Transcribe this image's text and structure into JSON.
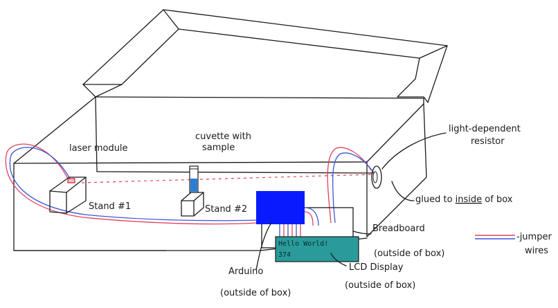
{
  "labels": {
    "laser_module": "laser module",
    "cuvette_line1": "cuvette with",
    "cuvette_line2": "sample",
    "stand1": "Stand #1",
    "stand2": "Stand #2",
    "ldr_line1": "light-dependent",
    "ldr_line2": "resistor",
    "glued": "glued to inside of box",
    "glued_prefix": "glued to ",
    "glued_emph": "inside",
    "glued_suffix": " of box",
    "breadboard_line1": "Breadboard",
    "breadboard_line2": "(outside of box)",
    "jumper_line1": "-jumper",
    "jumper_line2": "wires",
    "arduino_line1": "Arduino",
    "arduino_line2": "(outside of box)",
    "lcd_line1": "LCD Display",
    "lcd_line2": "(outside of box)",
    "lcd_screen_line1": "Hello World!",
    "lcd_screen_line2": "374"
  },
  "colors": {
    "arduino": "#0a1aff",
    "lcd": "#2a9a9a",
    "cuvette_sample": "#2a7fd4",
    "wire_red": "#e0405a",
    "wire_blue": "#3a55d8",
    "laser_beam": "#e04050",
    "ink": "#1a1a1a"
  }
}
